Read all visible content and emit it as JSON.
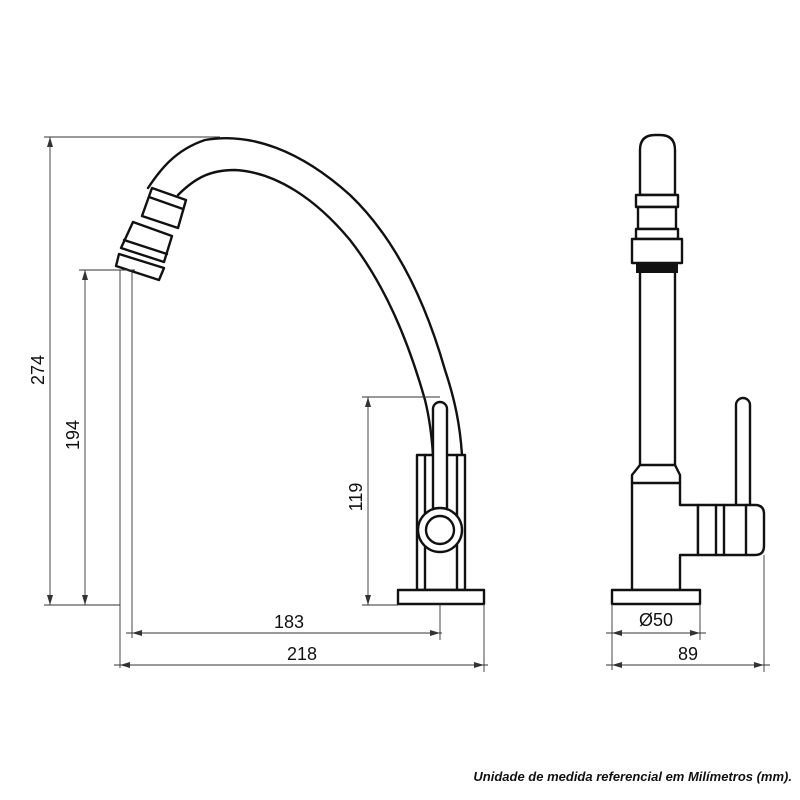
{
  "dimensions": {
    "total_height": "274",
    "spout_height": "194",
    "handle_height": "119",
    "reach": "183",
    "total_length": "218",
    "base_diameter": "Ø50",
    "side_depth": "89"
  },
  "footnote": "Unidade de medida referencial em Milímetros (mm).",
  "colors": {
    "line": "#111111",
    "background": "#ffffff"
  }
}
